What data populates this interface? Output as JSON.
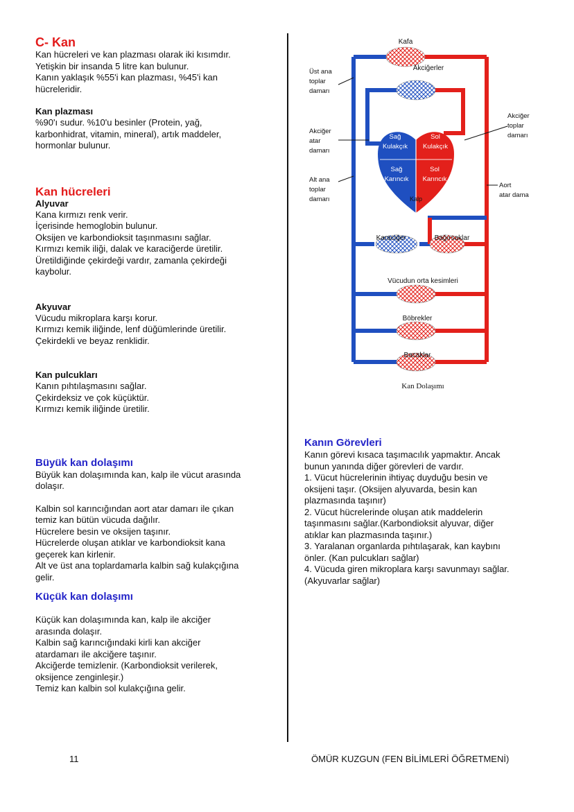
{
  "left": {
    "kan_title": "C- Kan",
    "kan_lines": [
      "Kan hücreleri ve kan plazması olarak iki kısımdır.",
      "Yetişkin bir insanda 5 litre kan bulunur.",
      "Kanın yaklaşık %55'i kan plazması, %45'i kan",
      "hücreleridir."
    ],
    "plazma_title": "Kan plazması",
    "plazma_lines": [
      "%90'ı sudur. %10'u besinler (Protein, yağ,",
      "karbonhidrat, vitamin, mineral), artık maddeler,",
      "hormonlar bulunur."
    ],
    "hucre_title": "Kan hücreleri",
    "alyuvar_title": "Alyuvar",
    "alyuvar_lines": [
      "Kana kırmızı renk verir.",
      "İçerisinde hemoglobin bulunur.",
      "Oksijen ve karbondioksit taşınmasını sağlar.",
      "Kırmızı kemik iliği, dalak ve karaciğerde üretilir.",
      "Üretildiğinde çekirdeği vardır, zamanla çekirdeği",
      "kaybolur."
    ],
    "akyuvar_title": "Akyuvar",
    "akyuvar_lines": [
      "Vücudu mikroplara karşı korur.",
      "Kırmızı kemik iliğinde, lenf düğümlerinde üretilir.",
      "Çekirdekli ve beyaz renklidir."
    ],
    "pulcuk_title": "Kan pulcukları",
    "pulcuk_lines": [
      "Kanın pıhtılaşmasını sağlar.",
      "Çekirdeksiz ve çok küçüktür.",
      "Kırmızı kemik iliğinde üretilir."
    ],
    "buyuk_title": "Büyük kan dolaşımı",
    "buyuk_lines1": [
      "Büyük kan dolaşımında kan, kalp ile vücut  arasında",
      "dolaşır."
    ],
    "buyuk_lines2": [
      "Kalbin sol karıncığından aort atar damarı ile çıkan",
      "temiz kan bütün vücuda dağılır.",
      "Hücrelere besin ve oksijen taşınır.",
      "Hücrelerde oluşan atıklar ve karbondioksit kana",
      "geçerek kan kirlenir.",
      "Alt ve üst ana toplardamarla kalbin sağ kulakçığına",
      "gelir."
    ],
    "kucuk_title": "Küçük kan dolaşımı",
    "kucuk_lines": [
      "Küçük kan dolaşımında kan, kalp ile akciğer",
      "arasında dolaşır.",
      "Kalbin sağ karıncığındaki kirli kan akciğer",
      "atardamarı ile akciğere taşınır.",
      "Akciğerde temizlenir. (Karbondioksit verilerek,",
      "oksijence zenginleşir.)",
      "Temiz kan kalbin sol kulakçığına gelir."
    ]
  },
  "right": {
    "gorev_title": "Kanın Görevleri",
    "gorev_lines": [
      "Kanın görevi kısaca taşımacılık yapmaktır. Ancak",
      "bunun yanında diğer görevleri de vardır.",
      "1. Vücut hücrelerinin ihtiyaç duyduğu besin ve",
      "oksijeni taşır. (Oksijen alyuvarda, besin kan",
      "plazmasında taşınır)",
      "2. Vücut hücrelerinde oluşan atık maddelerin",
      "taşınmasını sağlar.(Karbondioksit alyuvar, diğer",
      "atıklar kan plazmasında taşınır.)",
      "3. Yaralanan organlarda pıhtılaşarak, kan kaybını",
      "önler. (Kan pulcukları sağlar)",
      "4. Vücuda giren mikroplara karşı savunmayı sağlar.",
      "(Akyuvarlar sağlar)"
    ]
  },
  "diagram": {
    "caption": "Kan Dolaşımı",
    "labels": {
      "kafa": "Kafa",
      "akcigerler": "Akciğerler",
      "ust_ana_1": "Üst ana",
      "ust_ana_2": "toplar",
      "ust_ana_3": "damarı",
      "akciger_toplar_1": "Akciğer",
      "akciger_toplar_2": "toplar",
      "akciger_toplar_3": "damarı",
      "akciger_atar_1": "Akciğer",
      "akciger_atar_2": "atar",
      "akciger_atar_3": "damarı",
      "sag_kulakcik_1": "Sağ",
      "sag_kulakcik_2": "Kulakçık",
      "sol_kulakcik_1": "Sol",
      "sol_kulakcik_2": "Kulakçık",
      "sag_karincik_1": "Sağ",
      "sag_karincik_2": "Karıncık",
      "sol_karincik_1": "Sol",
      "sol_karincik_2": "Karıncık",
      "kalp": "Kalp",
      "alt_ana_1": "Alt ana",
      "alt_ana_2": "toplar",
      "alt_ana_3": "damarı",
      "aort_1": "Aort",
      "aort_2": "atar dama",
      "karaciger": "Karaciğer",
      "bagirsaklar": "Bağırsaklar",
      "vucut_orta": "Vücudun orta kesimleri",
      "bobrekler": "Böbrekler",
      "bacaklar": "Bacaklar"
    },
    "colors": {
      "oxygenated": "#e3201b",
      "deoxygenated": "#1f4fc0"
    }
  },
  "footer": {
    "page_number": "11",
    "author": "ÖMÜR KUZGUN (FEN BİLİMLERİ ÖĞRETMENİ)"
  }
}
